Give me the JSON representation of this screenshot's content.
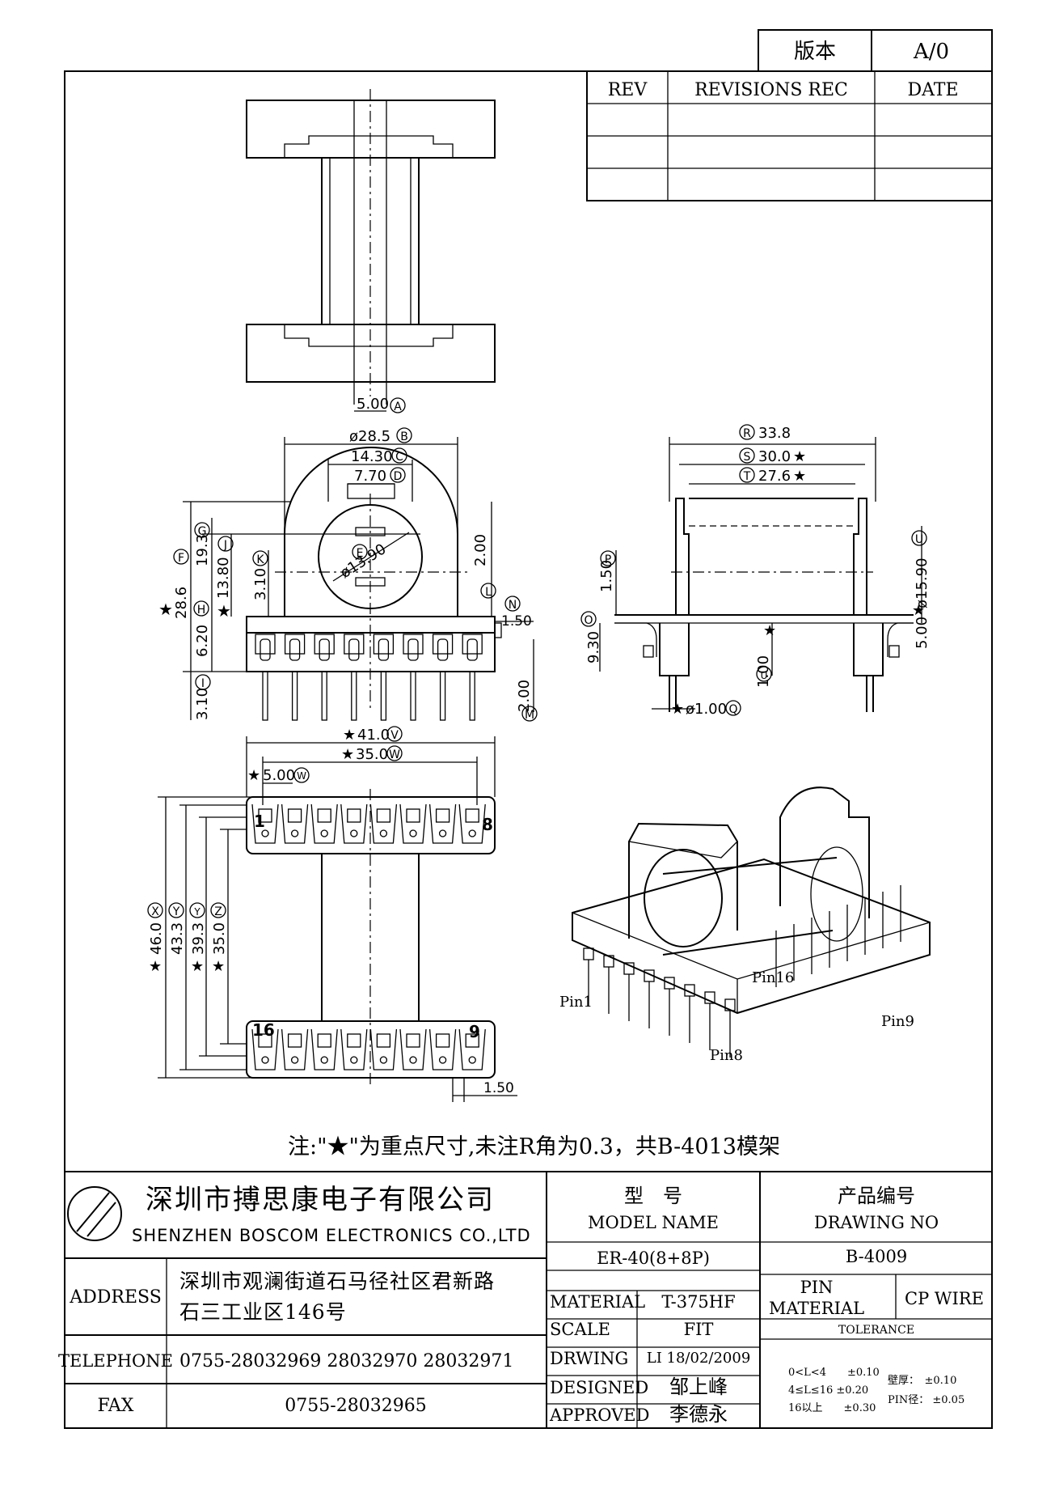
{
  "revision": {
    "label": "版本",
    "value": "A/0"
  },
  "rev_table": {
    "col_rev": "REV",
    "col_rec": "REVISIONS REC",
    "col_date": "DATE"
  },
  "dims": {
    "A": "5.00",
    "B": "ø28.5",
    "C": "14.30",
    "D": "7.70",
    "E": "ø13.90",
    "F": "28.6",
    "G": "19.3",
    "H": "6.20",
    "J": "13.80",
    "K": "3.10",
    "L": "2.00",
    "N": "1.50",
    "I": "3.10",
    "M": "2.00",
    "R": "33.8",
    "S": "30.0",
    "T": "27.6",
    "P": "1.50",
    "O": "9.30",
    "U": "ø15.90",
    "U1": "1.00",
    "Q": "ø1.00",
    "Z5": "5.00",
    "V": "41.0",
    "W": "35.0",
    "W1": "5.00",
    "X": "46.0",
    "Y": "43.3",
    "Y1": "39.3",
    "Z": "35.0",
    "bottom_gap": "1.50"
  },
  "pin_labels": {
    "p1": "1",
    "p8": "8",
    "p16": "16",
    "p9": "9",
    "iso_pin1": "Pin1",
    "iso_pin8": "Pin8",
    "iso_pin9": "Pin9",
    "iso_pin16": "Pin16"
  },
  "note": "注:\"★\"为重点尺寸,未注R角为0.3，共B-4013模架",
  "company": {
    "name_cn": "深圳市搏思康电子有限公司",
    "name_en": "SHENZHEN BOSCOM ELECTRONICS CO.,LTD"
  },
  "model": {
    "label_cn": "型　号",
    "label_en": "MODEL NAME",
    "value": "ER-40(8+8P)"
  },
  "drawing": {
    "label_cn": "产品编号",
    "label_en": "DRAWING NO",
    "value": "B-4009"
  },
  "address": {
    "label": "ADDRESS",
    "line1": "深圳市观澜街道石马径社区君新路",
    "line2": "石三工业区146号"
  },
  "telephone": {
    "label": "TELEPHONE",
    "value": "0755-28032969 28032970 28032971"
  },
  "fax": {
    "label": "FAX",
    "value": "0755-28032965"
  },
  "material": {
    "label": "MATERIAL",
    "value": "T-375HF"
  },
  "scale": {
    "label": "SCALE",
    "value": "FIT"
  },
  "drwing": {
    "label": "DRWING",
    "value": "LI  18/02/2009"
  },
  "designed": {
    "label": "DESIGNED",
    "value": "邹上峰"
  },
  "approved": {
    "label": "APPROVED",
    "value": "李德永"
  },
  "pin_material": {
    "label_line1": "PIN",
    "label_line2": "MATERIAL",
    "value": "CP WIRE"
  },
  "tolerance": {
    "label": "TOLERANCE",
    "r1": "0<L<4　　±0.10",
    "r2": "4≤L≤16  ±0.20",
    "r3": "16以上　　±0.30",
    "wall": "壁厚：　±0.10",
    "pin": "PIN径：  ±0.05"
  }
}
